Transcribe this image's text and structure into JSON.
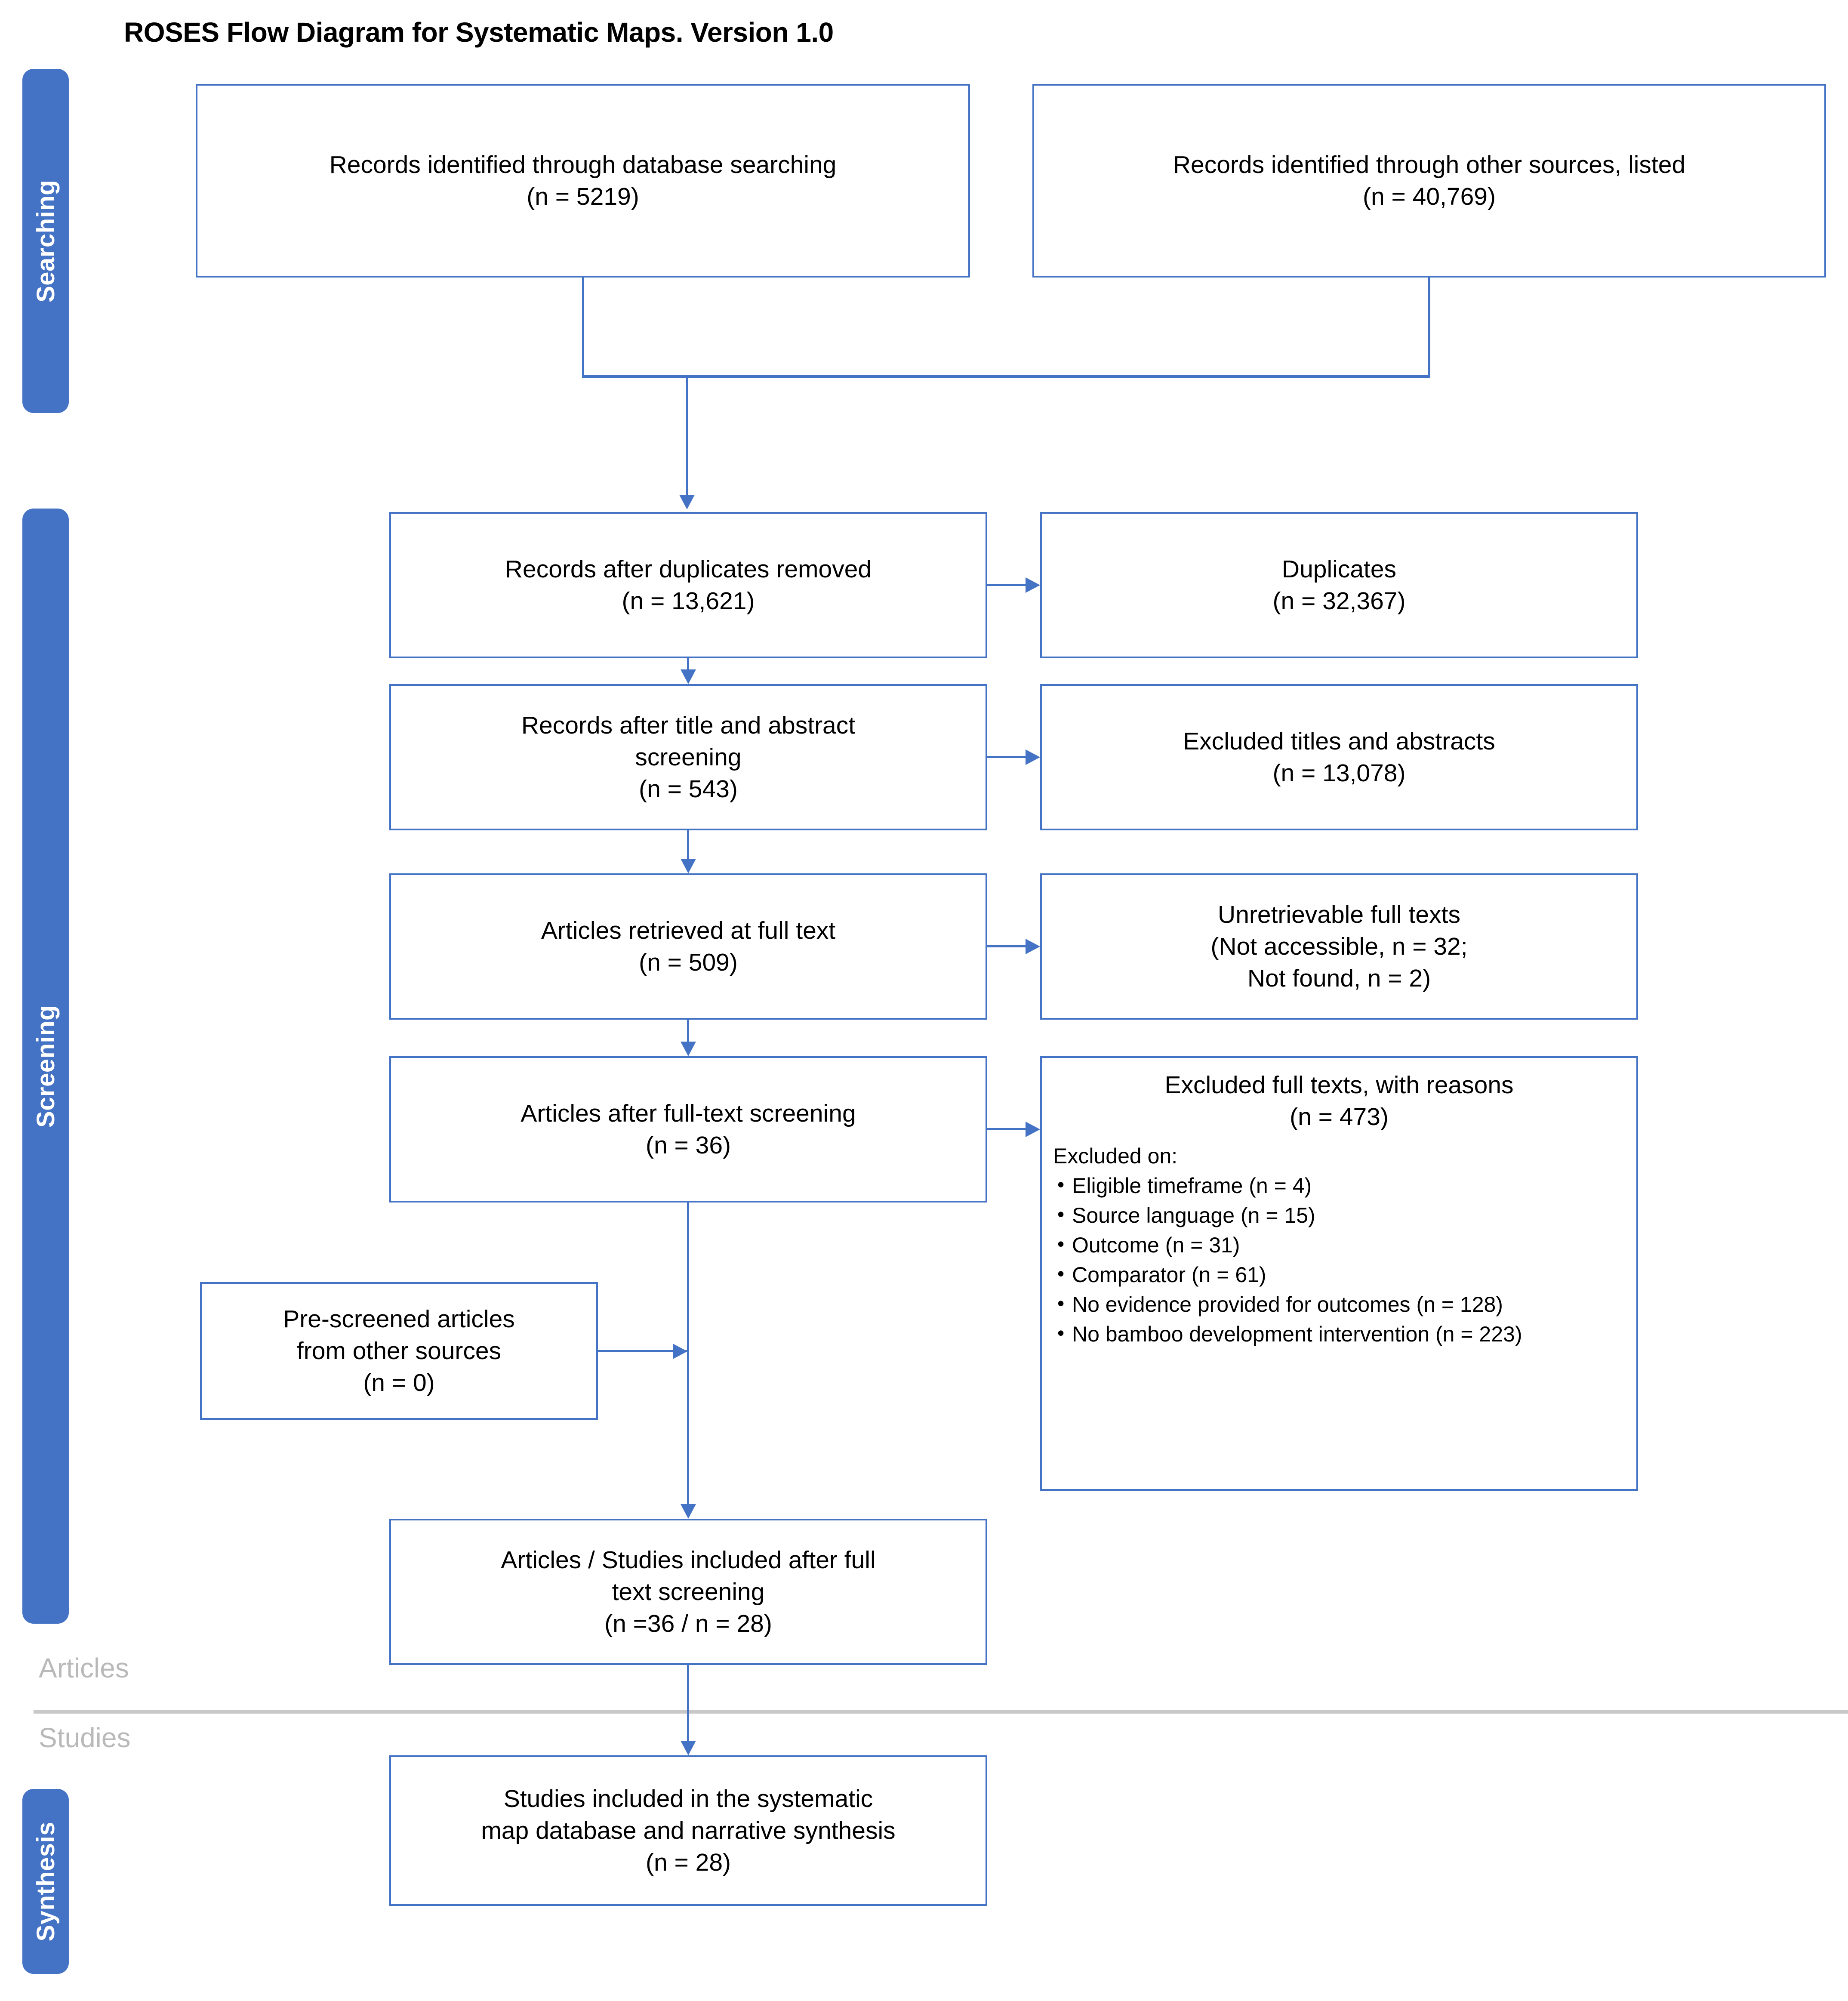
{
  "title": "ROSES Flow Diagram for Systematic Maps. Version 1.0",
  "phases": {
    "searching": "Searching",
    "screening": "Screening",
    "synthesis": "Synthesis"
  },
  "divider": {
    "articles": "Articles",
    "studies": "Studies"
  },
  "colors": {
    "accent_blue": "#4472C4",
    "box_border": "#4472C4",
    "divider_gray": "#c8c8c8",
    "divider_text": "#b9b9b9"
  },
  "boxes": {
    "db_search": {
      "line1": "Records identified through database searching",
      "line2": "(n = 5219)"
    },
    "other_sources": {
      "line1": "Records identified through other sources, listed",
      "line2": "(n = 40,769)"
    },
    "dedup": {
      "line1": "Records after duplicates removed",
      "line2": "(n = 13,621)"
    },
    "duplicates": {
      "line1": "Duplicates",
      "line2": "(n = 32,367)"
    },
    "title_abstract": {
      "line1": "Records after title and abstract",
      "line2": "screening",
      "line3": "(n = 543)"
    },
    "excluded_titles": {
      "line1": "Excluded titles and abstracts",
      "line2": "(n = 13,078)"
    },
    "fulltext_retrieved": {
      "line1": "Articles retrieved at full text",
      "line2": "(n = 509)"
    },
    "unretrievable": {
      "line1": "Unretrievable full texts",
      "line2": "(Not accessible,  n = 32;",
      "line3": "Not found, n = 2)"
    },
    "after_fulltext": {
      "line1": "Articles after full-text screening",
      "line2": "(n = 36)"
    },
    "excluded_fulltext": {
      "header1": "Excluded full texts, with reasons",
      "header2": "(n = 473)",
      "subheading": "Excluded on:",
      "reasons": [
        "Eligible timeframe (n = 4)",
        "Source language (n = 15)",
        "Outcome (n = 31)",
        "Comparator (n = 61)",
        "No evidence provided for outcomes (n = 128)",
        "No bamboo development intervention (n = 223)"
      ]
    },
    "prescreened": {
      "line1": "Pre-screened articles",
      "line2": "from other sources",
      "line3": "(n = 0)"
    },
    "included": {
      "line1": "Articles / Studies included after full",
      "line2": "text screening",
      "line3": "(n =36 / n = 28)"
    },
    "synthesis_out": {
      "line1": "Studies included in the systematic",
      "line2": "map database and narrative synthesis",
      "line3": "(n = 28)"
    }
  }
}
